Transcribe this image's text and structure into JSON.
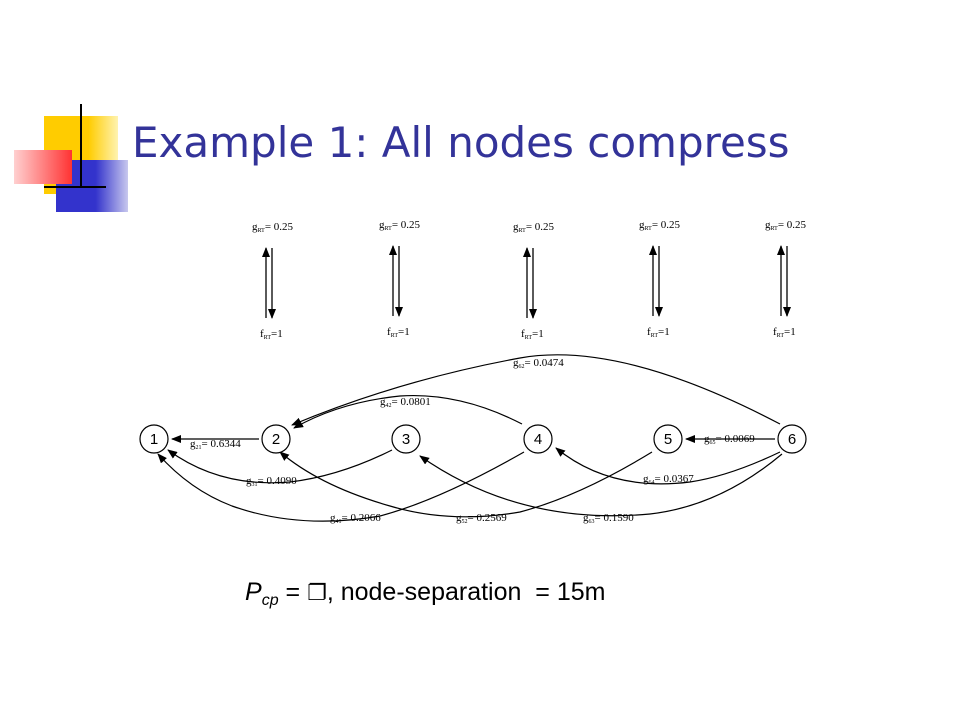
{
  "slide": {
    "title": "Example 1: All nodes compress",
    "caption": {
      "p_letter": "P",
      "p_subscript": "cp",
      "equals": " = ",
      "value_glyph": "❐",
      "rest": ", node-separation  = 15m"
    }
  },
  "diagram": {
    "nodes": [
      "1",
      "2",
      "3",
      "4",
      "5",
      "6"
    ],
    "vertical_pairs": [
      {
        "g_base": "g",
        "g_sub": "RT",
        "g_value": "= 0.25",
        "f_base": "f",
        "f_sub": "RT",
        "f_value": "=1"
      },
      {
        "g_base": "g",
        "g_sub": "RT",
        "g_value": "= 0.25",
        "f_base": "f",
        "f_sub": "RT",
        "f_value": "=1"
      },
      {
        "g_base": "g",
        "g_sub": "RT",
        "g_value": "= 0.25",
        "f_base": "f",
        "f_sub": "RT",
        "f_value": "=1"
      },
      {
        "g_base": "g",
        "g_sub": "RT",
        "g_value": "= 0.25",
        "f_base": "f",
        "f_sub": "RT",
        "f_value": "=1"
      },
      {
        "g_base": "g",
        "g_sub": "RT",
        "g_value": "= 0.25",
        "f_base": "f",
        "f_sub": "RT",
        "f_value": "=1"
      }
    ],
    "edges": [
      {
        "from": "2",
        "to": "1",
        "base": "g",
        "sub": "21",
        "value": "= 0.6344"
      },
      {
        "from": "6",
        "to": "5",
        "base": "g",
        "sub": "65",
        "value": "= 0.0069"
      },
      {
        "from": "6",
        "to": "2",
        "base": "g",
        "sub": "62",
        "value": "= 0.0474"
      },
      {
        "from": "4",
        "to": "2",
        "base": "g",
        "sub": "42",
        "value": "= 0.0801"
      },
      {
        "from": "3",
        "to": "1",
        "base": "g",
        "sub": "31",
        "value": "= 0.4090"
      },
      {
        "from": "6",
        "to": "4",
        "base": "g",
        "sub": "64",
        "value": "= 0.0367"
      },
      {
        "from": "4",
        "to": "1",
        "base": "g",
        "sub": "41",
        "value": "= 0.2066"
      },
      {
        "from": "5",
        "to": "2",
        "base": "g",
        "sub": "52",
        "value": "= 0.2569"
      },
      {
        "from": "6",
        "to": "3",
        "base": "g",
        "sub": "63",
        "value": "= 0.1590"
      }
    ]
  },
  "colors": {
    "title": "#333399",
    "deco_yellow": "#ffcc00",
    "deco_blue": "#3333cc",
    "deco_red": "#ff3333"
  }
}
